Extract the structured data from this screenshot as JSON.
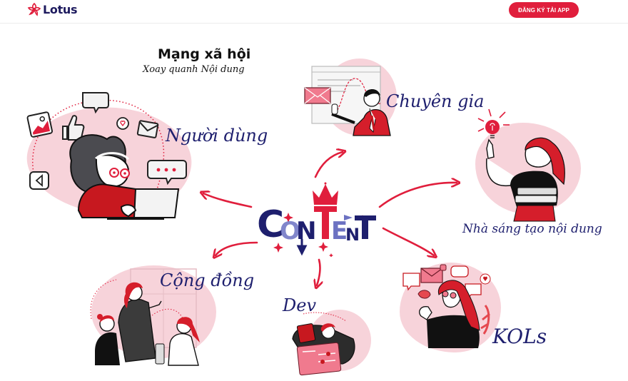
{
  "header": {
    "logo_text": "Lotus",
    "cta_label": "ĐĂNG KÝ TẢI APP"
  },
  "colors": {
    "brand_red": "#e01e3c",
    "navy": "#1e1f6e",
    "pink_blob": "#f7d3da",
    "periwinkle": "#6c72c2"
  },
  "hero": {
    "title": "Mạng xã hội",
    "subtitle": "Xoay quanh Nội dung",
    "center_word": "CONTENT",
    "nodes": [
      {
        "id": "users",
        "label": "Người dùng"
      },
      {
        "id": "experts",
        "label": "Chuyên gia"
      },
      {
        "id": "creators",
        "label": "Nhà sáng tạo nội dung"
      },
      {
        "id": "community",
        "label": "Cộng đồng"
      },
      {
        "id": "dev",
        "label": "Dev"
      },
      {
        "id": "kols",
        "label": "KOLs"
      }
    ]
  }
}
